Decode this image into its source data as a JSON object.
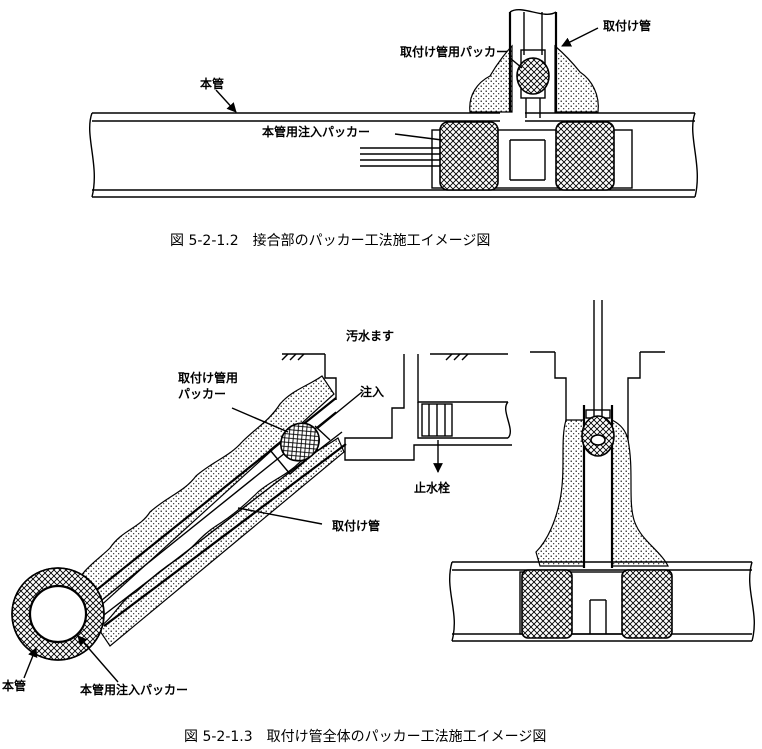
{
  "figure1": {
    "label_main_pipe": "本管",
    "label_lateral_pipe": "取付け管",
    "label_lateral_packer": "取付け管用パッカー",
    "label_main_injection_packer": "本管用注入パッカー",
    "caption": "図 5-2-1.2　接合部のパッカー工法施工イメージ図"
  },
  "figure2": {
    "label_manhole": "汚水ます",
    "label_lateral_packer_line1": "取付け管用",
    "label_lateral_packer_line2": "パッカー",
    "label_injection": "注入",
    "label_water_stop_plug": "止水栓",
    "label_lateral_pipe": "取付け管",
    "label_main_pipe": "本管",
    "label_main_injection_packer": "本管用注入パッカー",
    "caption": "図 5-2-1.3　取付け管全体のパッカー工法施工イメージ図"
  },
  "colors": {
    "ink": "#000000",
    "paper": "#ffffff"
  }
}
